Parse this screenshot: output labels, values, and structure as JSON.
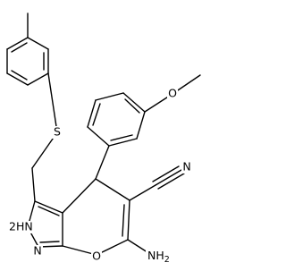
{
  "molecule": {
    "labels": {
      "methoxy_oxygen": "O",
      "sulfur": "S",
      "nitrile_nitrogen": "N",
      "pyrazole_nh": "2HN",
      "pyrazole_n": "N",
      "ring_oxygen": "O",
      "amino": "NH"
    },
    "amino_subscript": "2",
    "pyrazole_nh_prefix": "2H",
    "pyrazole_nh_atom": "N"
  },
  "colors": {
    "bond": "#000000",
    "text": "#000000",
    "background": "#ffffff"
  }
}
